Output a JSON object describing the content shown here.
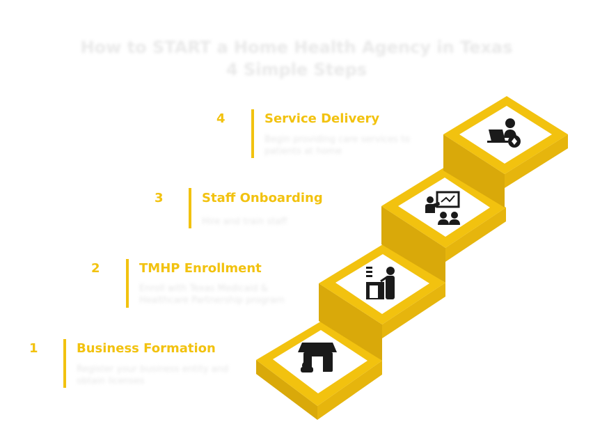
{
  "title_line1": "How to START a Home Health Agency in Texas",
  "title_line2": "4 Simple Steps",
  "steps": [
    {
      "number": "1",
      "title": "Business Formation",
      "desc": "Register your business entity and obtain licenses"
    },
    {
      "number": "2",
      "title": "TMHP Enrollment",
      "desc": "Enroll with Texas Medicaid & Healthcare Partnership program"
    },
    {
      "number": "3",
      "title": "Staff Onboarding",
      "desc": "Hire and train staff"
    },
    {
      "number": "4",
      "title": "Service Delivery",
      "desc": "Begin providing care services to patients at home"
    }
  ],
  "icons": [
    "storefront-icon",
    "enrollment-desk-icon",
    "training-presentation-icon",
    "care-delivery-icon"
  ],
  "colors": {
    "accent": "#f2c20f",
    "accent_dark": "#d9a90a",
    "icon": "#1a1a1a",
    "background": "#ffffff"
  }
}
